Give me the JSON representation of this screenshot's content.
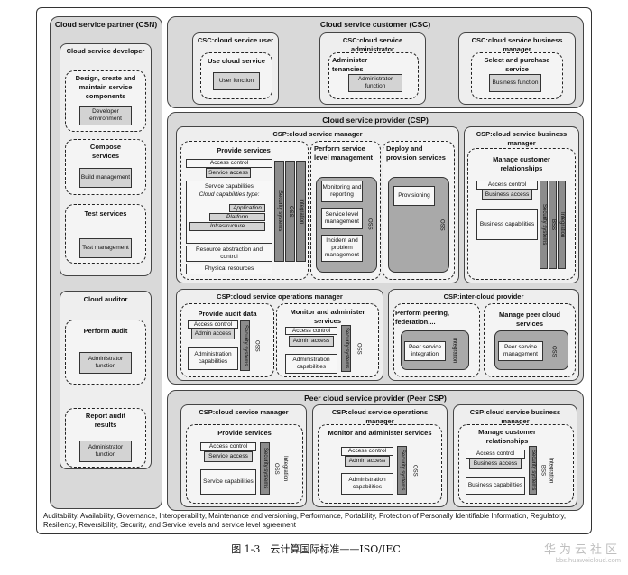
{
  "csn": {
    "title": "Cloud service partner (CSN)",
    "developer": {
      "title": "Cloud service developer",
      "act1": "Design, create and maintain service components",
      "f1": "Developer environment",
      "act2": "Compose services",
      "f2": "Build management",
      "act3": "Test services",
      "f3": "Test management"
    },
    "auditor": {
      "title": "Cloud auditor",
      "act1": "Perform audit",
      "f1": "Administrator function",
      "act2": "Report audit results",
      "f2": "Administrator function"
    }
  },
  "csc": {
    "title": "Cloud service customer (CSC)",
    "user": {
      "title": "CSC:cloud service user",
      "act": "Use cloud service",
      "func": "User function"
    },
    "admin": {
      "title": "CSC:cloud service administrator",
      "act": "Administer tenancies",
      "func": "Administrator function"
    },
    "biz": {
      "title": "CSC:cloud service business manager",
      "act": "Select and purchase service",
      "func": "Business function"
    }
  },
  "csp": {
    "title": "Cloud service provider (CSP)",
    "mgr": {
      "title": "CSP:cloud service manager",
      "provide": {
        "title": "Provide services",
        "access_control": "Access control",
        "service_access": "Service access",
        "service_capabilities": "Service capabilities",
        "cloud_cap_type": "Cloud capabilities type:",
        "application": "Application",
        "platform": "Platform",
        "infrastructure": "Infrastructure",
        "resource": "Resource abstraction and control",
        "physical": "Physical resources",
        "security": "Security systems",
        "oss": "OSS",
        "integration": "Integration"
      },
      "perform": {
        "title": "Perform service level management",
        "f1": "Monitoring and reporting",
        "f2": "Service level management",
        "f3": "Incident and problem management",
        "oss": "OSS"
      },
      "deploy": {
        "title": "Deploy and provision services",
        "f1": "Provisioning",
        "oss": "OSS"
      }
    },
    "biz": {
      "title": "CSP:cloud service business manager",
      "act": "Manage customer relationships",
      "access_control": "Access control",
      "business_access": "Business access",
      "business_capabilities": "Business capabilities",
      "security": "Security systems",
      "bss": "BSS",
      "integration": "Integration"
    },
    "ops": {
      "title": "CSP:cloud service operations manager",
      "audit": {
        "title": "Provide audit data",
        "access_control": "Access control",
        "admin_access": "Admin access",
        "admin_cap": "Administration capabilities",
        "security": "Security systems",
        "oss": "OSS"
      },
      "monitor": {
        "title": "Monitor and administer services",
        "access_control": "Access control",
        "admin_access": "Admin access",
        "admin_cap": "Administration capabilities",
        "security": "Security systems",
        "oss": "OSS"
      }
    },
    "inter": {
      "title": "CSP:inter-cloud provider",
      "peer": {
        "title": "Perform peering, federation,...",
        "func": "Peer service integration",
        "integration": "Integration"
      },
      "manage": {
        "title": "Manage peer cloud services",
        "func": "Peer service management",
        "oss": "OSS"
      }
    }
  },
  "peer": {
    "title": "Peer cloud service provider (Peer CSP)",
    "mgr": {
      "title": "CSP:cloud service manager",
      "act": "Provide services",
      "access_control": "Access control",
      "service_access": "Service access",
      "service_cap": "Service capabilities",
      "security": "Security systems",
      "oss": "OSS",
      "integration": "Integration"
    },
    "ops": {
      "title": "CSP:cloud service operations manager",
      "act": "Monitor and administer services",
      "access_control": "Access control",
      "admin_access": "Admin access",
      "admin_cap": "Administration capabilities",
      "security": "Security systems",
      "oss": "OSS"
    },
    "biz": {
      "title": "CSP:cloud service business manager",
      "act": "Manage customer relationships",
      "access_control": "Access control",
      "business_access": "Business access",
      "business_cap": "Business capabilities",
      "security": "Security systems",
      "bss": "BSS",
      "integration": "Integration"
    }
  },
  "footer": "Auditability, Availability, Governance, Interoperability, Maintenance and versioning, Performance, Portability, Protection of Personally Identifiable Information, Regulatory, Resiliency, Reversibility, Security, and Service levels and service level agreement",
  "caption": "图 1-3　云计算国际标准——ISO/IEC",
  "watermark": {
    "main": "华为云社区",
    "sub": "bbs.huaweicloud.com"
  }
}
